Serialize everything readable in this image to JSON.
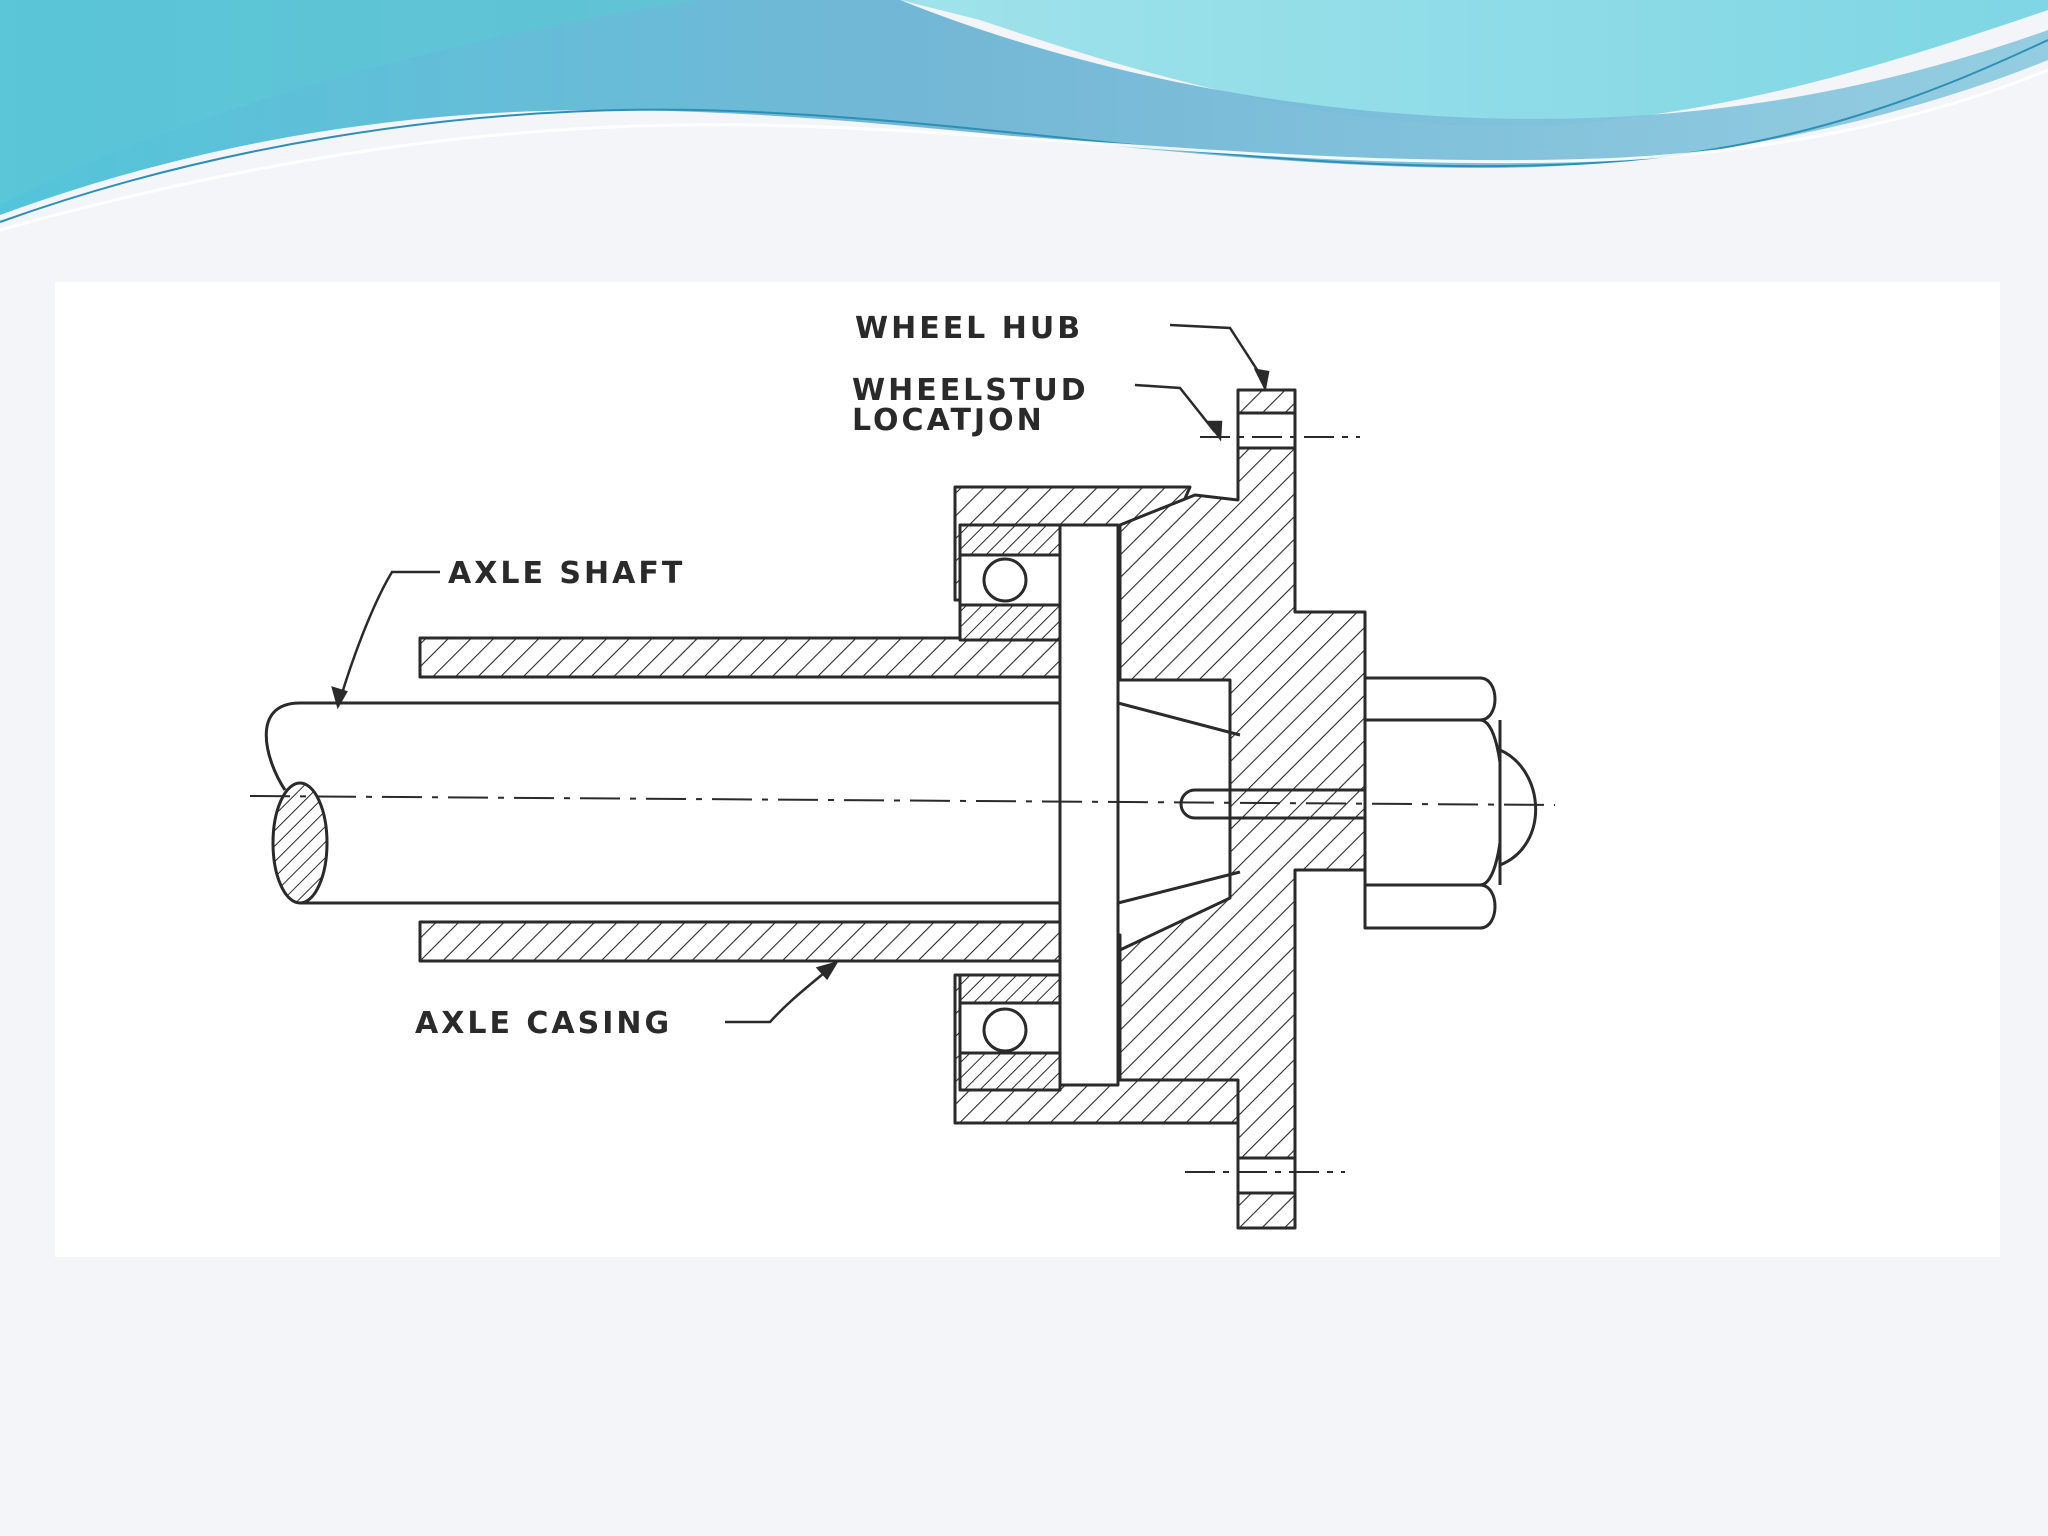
{
  "labels": {
    "wheel_hub": "WHEEL HUB",
    "wheel_stud_line1": "WHEELSTUD",
    "wheel_stud_line2": "LOCATJON",
    "axle_shaft": "AXLE SHAFT",
    "axle_casing": "AXLE CASING"
  },
  "colors": {
    "banner_dark": "#5fb2d6",
    "banner_light": "#9fe0ea",
    "line": "#2a2a2a",
    "background": "#f4f5f8"
  }
}
